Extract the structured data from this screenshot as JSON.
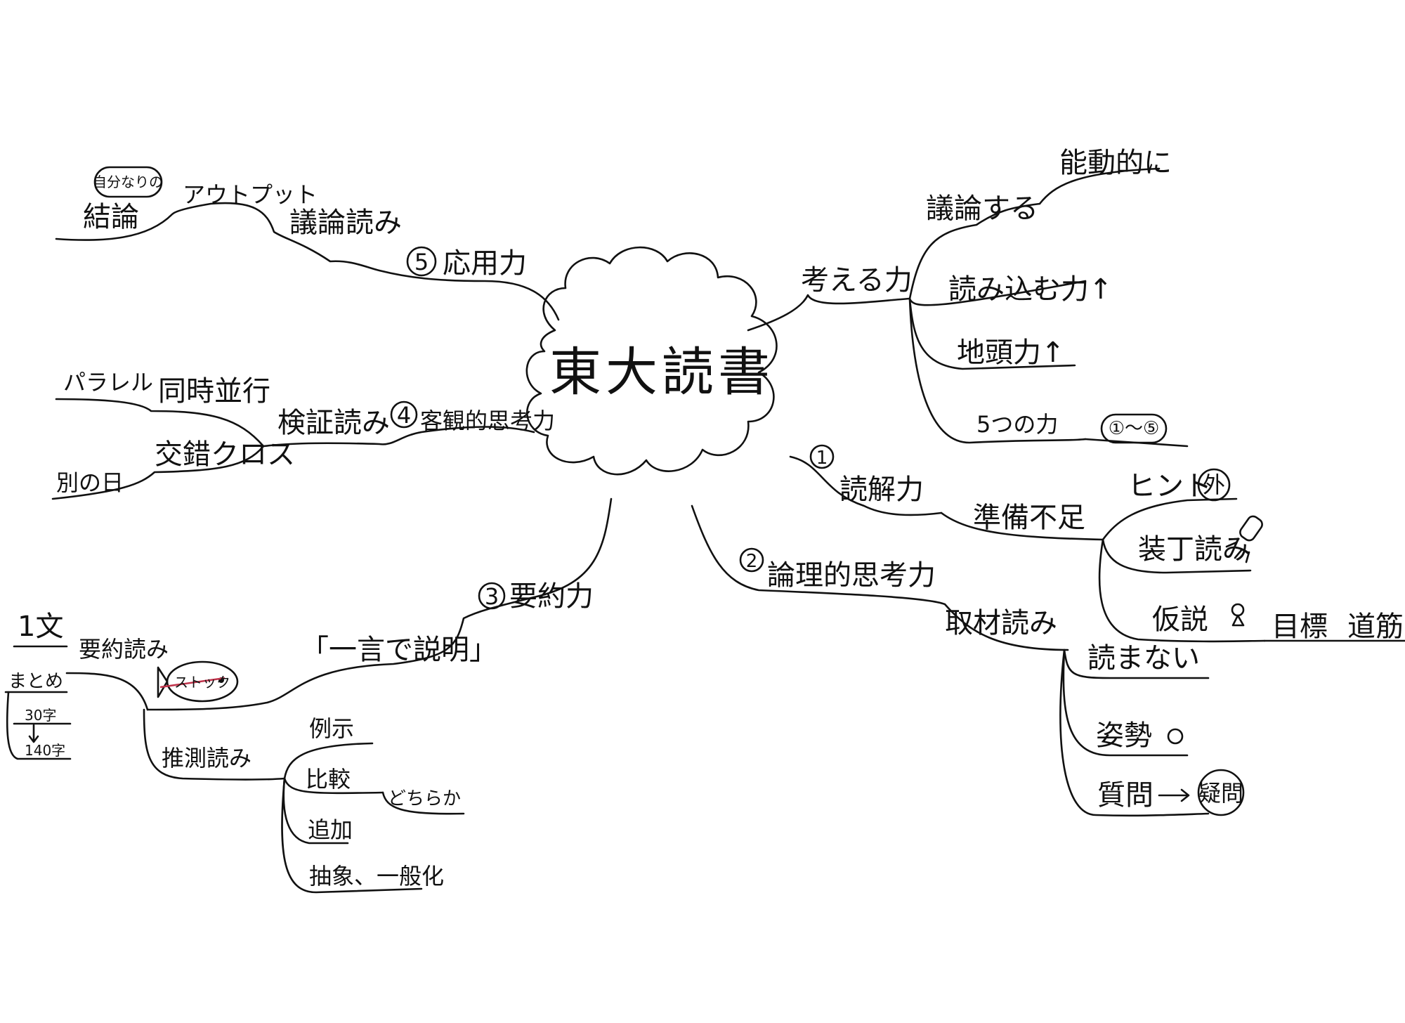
{
  "center": "東大読書",
  "nodes": {
    "kangaeru": "考える力",
    "giron_suru": "議論する",
    "nodoteki": "能動的に",
    "yomikomu": "読み込む力↑",
    "jiatama": "地頭力↑",
    "itsutsu": "5つの力",
    "range": "①～⑤",
    "dokkai": "読解力",
    "dokkai_num": "1",
    "junbi": "準備不足",
    "hint": "ヒント",
    "soto": "外",
    "sotei": "装丁読み",
    "kasetsu": "仮説",
    "mokuhyo": "目標",
    "michisuji": "道筋",
    "ronri": "論理的思考力",
    "ronri_num": "2",
    "shuzai": "取材読み",
    "yomanai": "読まない",
    "shisei": "姿勢",
    "shitsumon": "質問",
    "gimon": "疑問",
    "youyaku": "要約力",
    "youyaku_num": "3",
    "hitokoto": "「一言で説明」",
    "youyaku_yomi": "要約読み",
    "fish": "ストック",
    "ichibun": "1文",
    "matome": "まとめ",
    "ji30": "30字",
    "ji140": "140字",
    "suisoku": "推測読み",
    "reiji": "例示",
    "hikaku": "比較",
    "dochiraka": "どちらか",
    "tsuika": "追加",
    "chusho": "抽象、一般化",
    "kyakkan": "客観的思考力",
    "kyakkan_num": "4",
    "kensho": "検証読み",
    "doji": "同時並行",
    "parareru": "パラレル",
    "sakugo": "交錯クロス",
    "betsu": "別の日",
    "oyo": "応用力",
    "oyo_num": "5",
    "giron_yomi": "議論読み",
    "output": "アウトプット",
    "ketsuron": "結論",
    "jibun": "自分なりの"
  }
}
